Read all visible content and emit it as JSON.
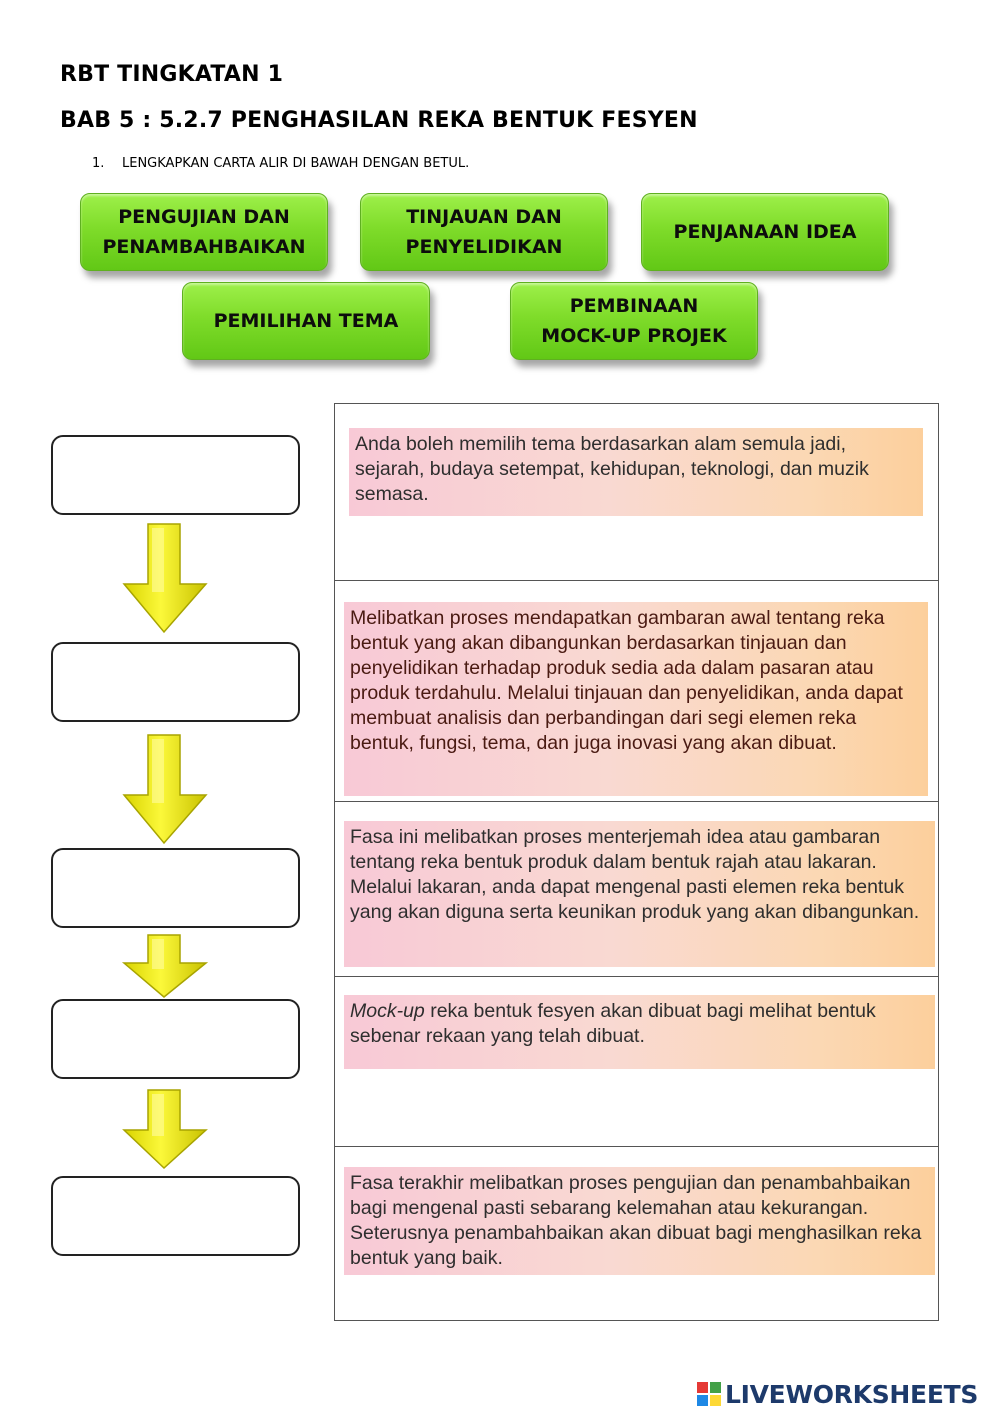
{
  "header": {
    "title": "RBT TINGKATAN 1",
    "subtitle": "BAB 5 : 5.2.7 PENGHASILAN REKA BENTUK FESYEN",
    "instruction_number": "1.",
    "instruction": "LENGKAPKAN CARTA ALIR DI BAWAH DENGAN BETUL."
  },
  "options": [
    "PENGUJIAN DAN\nPENAMBAHBAIKAN",
    "TINJAUAN DAN\nPENYELIDIKAN",
    "PENJANAAN IDEA",
    "PEMILIHAN TEMA",
    "PEMBINAAN\nMOCK-UP PROJEK"
  ],
  "answers": [
    "",
    "",
    "",
    "",
    ""
  ],
  "descriptions": {
    "d1": "Anda boleh memilih tema berdasarkan alam semula jadi, sejarah, budaya setempat, kehidupan, teknologi, dan muzik semasa.",
    "d2": "Melibatkan proses mendapatkan gambaran awal tentang reka bentuk yang akan dibangunkan berdasarkan tinjauan dan penyelidikan terhadap produk sedia ada dalam pasaran atau produk terdahulu. Melalui tinjauan dan penyelidikan, anda dapat membuat analisis dan perbandingan dari segi elemen reka bentuk, fungsi, tema, dan juga inovasi yang akan dibuat.",
    "d3": "Fasa ini melibatkan proses menterjemah idea atau gambaran tentang reka bentuk produk dalam bentuk rajah atau lakaran. Melalui lakaran, anda dapat mengenal pasti elemen reka bentuk yang akan diguna serta keunikan produk yang akan dibangunkan.",
    "d4_italic": "Mock-up",
    "d4_rest": " reka bentuk fesyen akan dibuat bagi melihat bentuk sebenar rekaan yang telah dibuat.",
    "d5": "Fasa terakhir melibatkan proses pengujian dan penambahbaikan bagi mengenal pasti sebarang kelemahan atau kekurangan. Seterusnya penambahbaikan akan dibuat bagi menghasilkan reka bentuk yang baik."
  },
  "footer": {
    "logo_text": "LIVEWORKSHEETS",
    "logo_colors": [
      "#e53935",
      "#43a047",
      "#1e88e5",
      "#fdd835"
    ]
  },
  "colors": {
    "chip_green": "#7fdc2a",
    "arrow_yellow": "#f2ee0a"
  }
}
